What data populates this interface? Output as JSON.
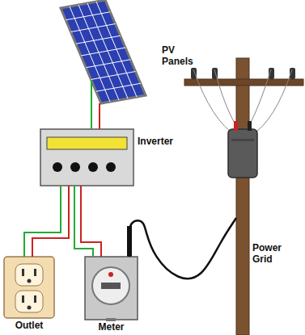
{
  "diagram": {
    "nodes": [
      {
        "text": [
          "PV Panels"
        ]
      },
      {
        "text": [
          "Inverter"
        ]
      },
      {
        "text": [
          "Outlet"
        ]
      },
      {
        "text": [
          "Meter"
        ]
      },
      {
        "text": [
          "Power Grid"
        ]
      }
    ],
    "edges": [
      {
        "from": 0,
        "to": 1,
        "arrow": "none"
      },
      {
        "from": 1,
        "to": 2,
        "arrow": "none"
      },
      {
        "from": 1,
        "to": 3,
        "arrow": "none"
      },
      {
        "from": 3,
        "to": 4,
        "arrow": "none"
      }
    ]
  }
}
